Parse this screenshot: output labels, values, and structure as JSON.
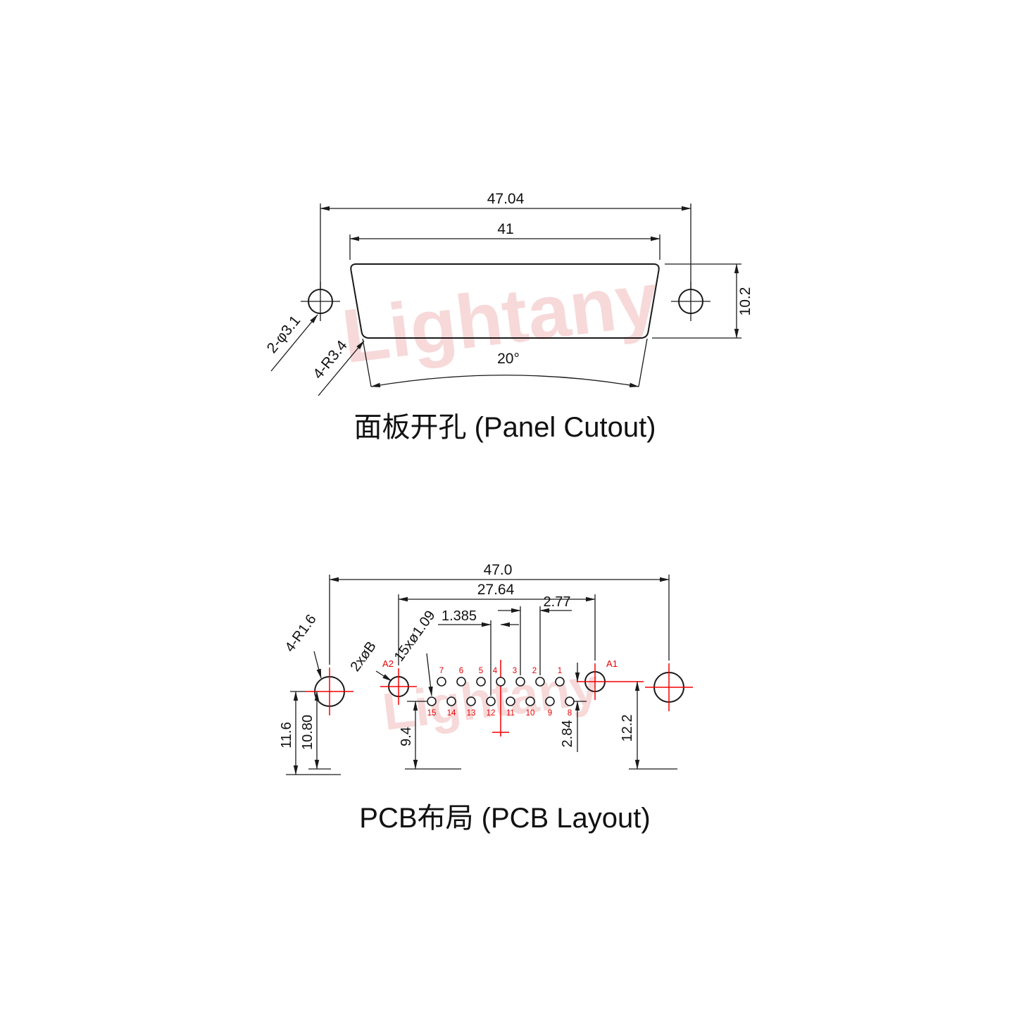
{
  "watermark": {
    "text": "Lightany"
  },
  "panel_view": {
    "title": "面板开孔 (Panel Cutout)",
    "dim_width_outer": "47.04",
    "dim_width_inner": "41",
    "dim_height": "10.2",
    "dim_angle": "20°",
    "label_holes": "2-φ3.1",
    "label_corner": "4-R3.4"
  },
  "pcb_view": {
    "title": "PCB布局 (PCB Layout)",
    "dim_width_outer": "47.0",
    "dim_span_big": "27.64",
    "dim_pitch": "2.77",
    "dim_half_pitch": "1.385",
    "label_small_holes": "15xø1.09",
    "label_big_holes": "2xøB",
    "label_corner": "4-R1.6",
    "dim_left_outer": "11.6",
    "dim_left_inner": "10.80",
    "dim_row_drop": "9.4",
    "dim_row_gap": "2.84",
    "dim_right": "12.2",
    "label_a1": "A1",
    "label_a2": "A2",
    "pins_top": [
      "7",
      "6",
      "5",
      "4",
      "3",
      "2",
      "1"
    ],
    "pins_bottom": [
      "15",
      "14",
      "13",
      "12",
      "11",
      "10",
      "9",
      "8"
    ]
  }
}
